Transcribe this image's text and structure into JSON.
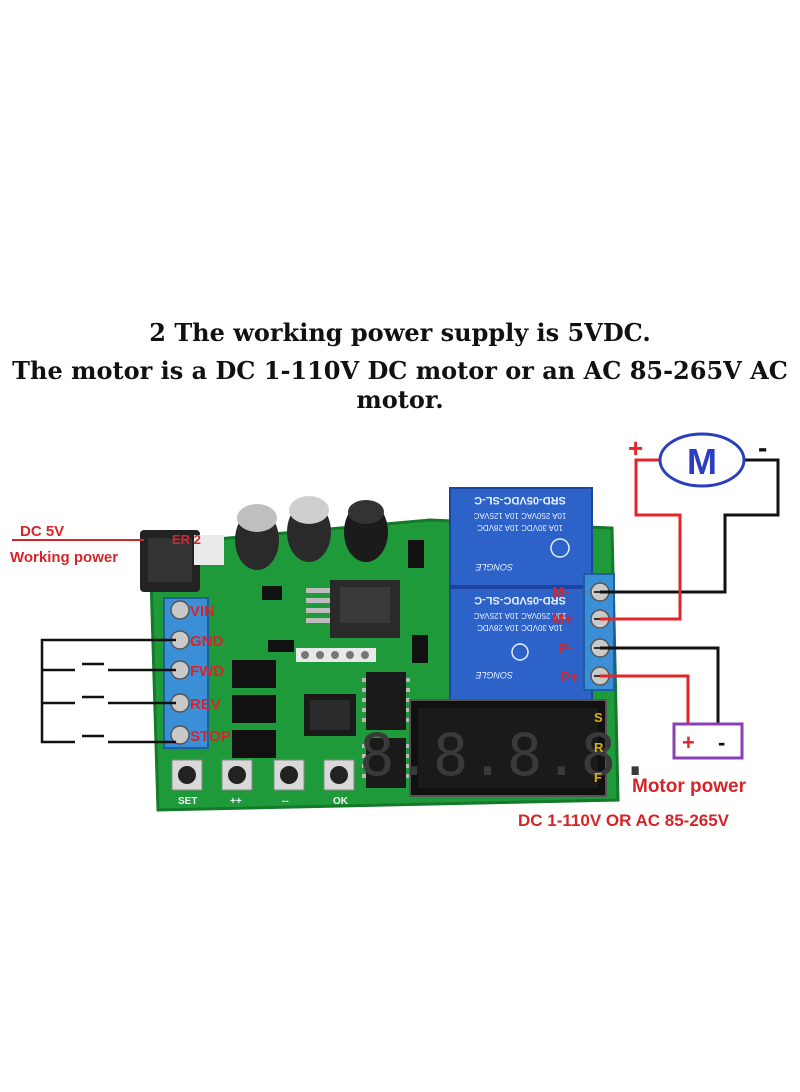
{
  "heading": {
    "line1": "2 The working power supply is 5VDC.",
    "line2": "The motor is a DC 1-110V DC motor or an AC 85-265V AC motor."
  },
  "left_labels": {
    "dc5v": "DC 5V",
    "working_power": "Working power",
    "power2": "ER 2"
  },
  "terminals_left": [
    "VIN",
    "GND",
    "FWD",
    "REV",
    "STOP"
  ],
  "terminals_right": [
    "M-",
    "M+",
    "P-",
    "P+"
  ],
  "led_indicators": [
    "S",
    "R",
    "F"
  ],
  "display_digits": "8.8.8.8.",
  "buttons": [
    "SET",
    "++",
    "--",
    "OK"
  ],
  "relay_text": {
    "model": "SRD-05VDC-SL-C",
    "brand": "SONGLE",
    "rating1": "10A 250VAC 10A 125VAC",
    "rating2": "10A 30VDC 10A 28VDC"
  },
  "motor": {
    "symbol": "M",
    "plus": "+",
    "minus": "-"
  },
  "motor_power": {
    "plus": "+",
    "minus": "-",
    "title": "Motor power",
    "range": "DC 1-110V OR AC 85-265V"
  },
  "colors": {
    "pcb": "#1f9a3a",
    "terminal_block": "#3a8fd6",
    "relay": "#2d62c9",
    "label_red": "#d4262a",
    "motor_blue": "#2a3fbf",
    "wire_red": "#e0262a",
    "wire_black": "#111111",
    "battery_border": "#8a3fb5"
  }
}
